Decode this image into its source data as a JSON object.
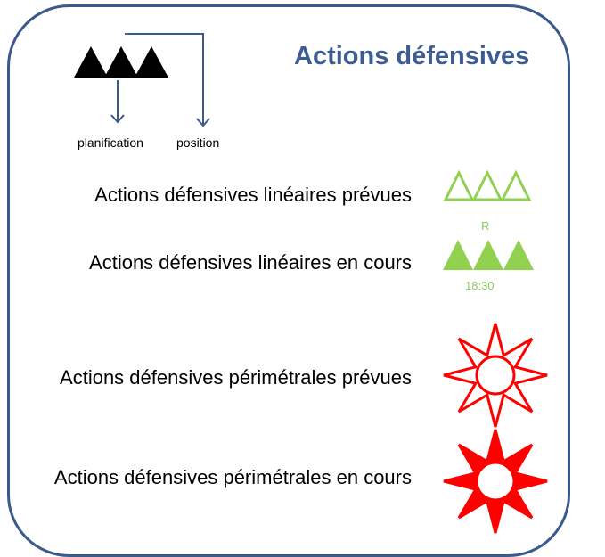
{
  "title": "Actions défensives",
  "key": {
    "planning_label": "planification",
    "position_label": "position"
  },
  "rows": [
    {
      "label": "Actions défensives linéaires prévues",
      "symbol": "triple-triangle-outline",
      "color": "#92d050"
    },
    {
      "label": "Actions défensives linéaires en cours",
      "symbol": "triple-triangle-filled",
      "color": "#92d050",
      "top_text": "R",
      "bottom_text": "18:30"
    },
    {
      "label": "Actions défensives périmétrales prévues",
      "symbol": "star-outline",
      "color": "#ff0000"
    },
    {
      "label": "Actions défensives périmétrales en cours",
      "symbol": "star-filled",
      "color": "#ff0000"
    }
  ],
  "colors": {
    "border": "#3b5a8c",
    "title": "#3d5d92",
    "arrow": "#3b5a8c"
  }
}
